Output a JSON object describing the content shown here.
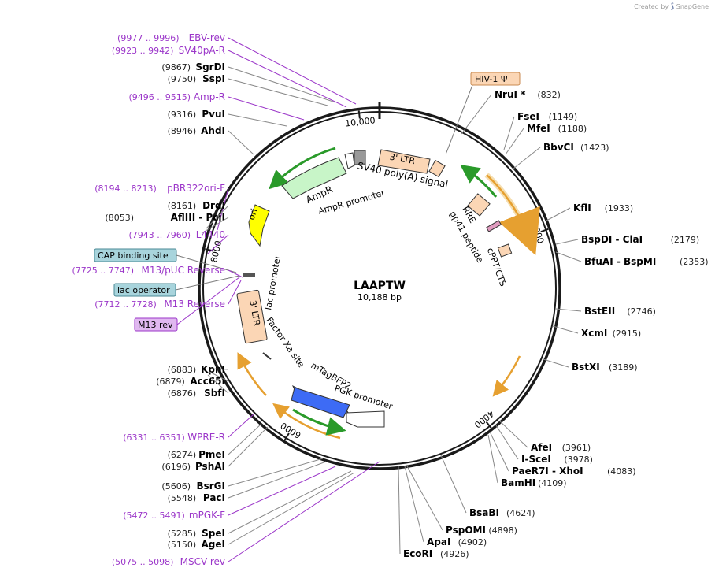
{
  "credit": {
    "prefix": "Created by",
    "brand": "SnapGene"
  },
  "plasmid": {
    "name": "LAAPTW",
    "length_label": "10,188 bp",
    "length": 10188
  },
  "colors": {
    "backbone": "#1a1a1a",
    "primer": "#9b36c9",
    "enzyme": "#000000",
    "ampr": "#c8f5c8",
    "ori": "#ffff00",
    "bfp": "#3d6bf5",
    "ltr": "#fbd6b5",
    "misc_orange": "#e6a030",
    "green_arrow": "#2a9a2a"
  },
  "ticks": [
    {
      "bp": 0,
      "label": ""
    },
    {
      "bp": 2000,
      "label": "2000"
    },
    {
      "bp": 4000,
      "label": "4000"
    },
    {
      "bp": 6000,
      "label": "6000"
    },
    {
      "bp": 8000,
      "label": "8000"
    },
    {
      "bp": 10000,
      "label": "10,000"
    }
  ],
  "features": [
    {
      "label": "3' LTR",
      "name": "ltr-3-top"
    },
    {
      "label": "SV40 poly(A) signal",
      "name": "sv40-polya"
    },
    {
      "label": "RRE",
      "name": "rre"
    },
    {
      "label": "gp41 peptide",
      "name": "gp41-peptide"
    },
    {
      "label": "cPPT/CTS",
      "name": "cppt-cts"
    },
    {
      "label": "AmpR",
      "name": "ampr"
    },
    {
      "label": "AmpR promoter",
      "name": "ampr-promoter"
    },
    {
      "label": "ori",
      "name": "ori"
    },
    {
      "label": "lac promoter",
      "name": "lac-promoter"
    },
    {
      "label": "3' LTR",
      "name": "ltr-3-left"
    },
    {
      "label": "Factor Xa site",
      "name": "factor-xa"
    },
    {
      "label": "mTagBFP2",
      "name": "mtagbfp2"
    },
    {
      "label": "PGK promoter",
      "name": "pgk-promoter"
    }
  ],
  "boxes": [
    {
      "text": "HIV-1 Ψ",
      "style": "orange"
    },
    {
      "text": "CAP binding site",
      "style": "teal"
    },
    {
      "text": "lac operator",
      "style": "teal"
    },
    {
      "text": "M13 rev",
      "style": "purple"
    }
  ],
  "left_labels": [
    {
      "pos": "(9977 .. 9996)",
      "name": "EBV-rev",
      "kind": "primer"
    },
    {
      "pos": "(9923 .. 9942)",
      "name": "SV40pA-R",
      "kind": "primer"
    },
    {
      "pos": "(9867)",
      "name": "SgrDI",
      "kind": "enzyme"
    },
    {
      "pos": "(9750)",
      "name": "SspI",
      "kind": "enzyme"
    },
    {
      "pos": "(9496 .. 9515)",
      "name": "Amp-R",
      "kind": "primer"
    },
    {
      "pos": "(9316)",
      "name": "PvuI",
      "kind": "enzyme"
    },
    {
      "pos": "(8946)",
      "name": "AhdI",
      "kind": "enzyme"
    },
    {
      "pos": "(8194 .. 8213)",
      "name": "pBR322ori-F",
      "kind": "primer"
    },
    {
      "pos": "(8161)",
      "name": "DrdI",
      "kind": "enzyme"
    },
    {
      "pos": "(8053)",
      "name": "AflIII",
      "name2": "PciI",
      "kind": "enzyme"
    },
    {
      "pos": "(7943 .. 7960)",
      "name": "L4440",
      "kind": "primer"
    },
    {
      "pos": "(7725 .. 7747)",
      "name": "M13/pUC Reverse",
      "kind": "primer"
    },
    {
      "pos": "(7712 .. 7728)",
      "name": "M13 Reverse",
      "kind": "primer"
    },
    {
      "pos": "(6883)",
      "name": "KpnI",
      "kind": "enzyme"
    },
    {
      "pos": "(6879)",
      "name": "Acc65I",
      "kind": "enzyme"
    },
    {
      "pos": "(6876)",
      "name": "SbfI",
      "kind": "enzyme"
    },
    {
      "pos": "(6331 .. 6351)",
      "name": "WPRE-R",
      "kind": "primer"
    },
    {
      "pos": "(6274)",
      "name": "PmeI",
      "kind": "enzyme"
    },
    {
      "pos": "(6196)",
      "name": "PshAI",
      "kind": "enzyme"
    },
    {
      "pos": "(5606)",
      "name": "BsrGI",
      "kind": "enzyme"
    },
    {
      "pos": "(5548)",
      "name": "PacI",
      "kind": "enzyme"
    },
    {
      "pos": "(5472 .. 5491)",
      "name": "mPGK-F",
      "kind": "primer"
    },
    {
      "pos": "(5285)",
      "name": "SpeI",
      "kind": "enzyme"
    },
    {
      "pos": "(5150)",
      "name": "AgeI",
      "kind": "enzyme"
    },
    {
      "pos": "(5075 .. 5098)",
      "name": "MSCV-rev",
      "kind": "primer"
    }
  ],
  "right_labels": [
    {
      "name": "NruI *",
      "pos": "(832)",
      "kind": "enzyme"
    },
    {
      "name": "FseI",
      "pos": "(1149)",
      "kind": "enzyme"
    },
    {
      "name": "MfeI",
      "pos": "(1188)",
      "kind": "enzyme"
    },
    {
      "name": "BbvCI",
      "pos": "(1423)",
      "kind": "enzyme"
    },
    {
      "name": "KflI",
      "pos": "(1933)",
      "kind": "enzyme"
    },
    {
      "name": "BspDI",
      "name2": "ClaI",
      "pos": "(2179)",
      "kind": "enzyme"
    },
    {
      "name": "BfuAI",
      "name2": "BspMI",
      "pos": "(2353)",
      "kind": "enzyme"
    },
    {
      "name": "BstEII",
      "pos": "(2746)",
      "kind": "enzyme"
    },
    {
      "name": "XcmI",
      "pos": "(2915)",
      "kind": "enzyme"
    },
    {
      "name": "BstXI",
      "pos": "(3189)",
      "kind": "enzyme"
    },
    {
      "name": "AfeI",
      "pos": "(3961)",
      "kind": "enzyme"
    },
    {
      "name": "I-SceI",
      "pos": "(3978)",
      "kind": "enzyme"
    },
    {
      "name": "PaeR7I",
      "name2": "XhoI",
      "pos": "(4083)",
      "kind": "enzyme"
    },
    {
      "name": "BamHI",
      "pos": "(4109)",
      "kind": "enzyme"
    },
    {
      "name": "BsaBI",
      "pos": "(4624)",
      "kind": "enzyme"
    },
    {
      "name": "PspOMI",
      "pos": "(4898)",
      "kind": "enzyme"
    },
    {
      "name": "ApaI",
      "pos": "(4902)",
      "kind": "enzyme"
    },
    {
      "name": "EcoRI",
      "pos": "(4926)",
      "kind": "enzyme"
    }
  ]
}
